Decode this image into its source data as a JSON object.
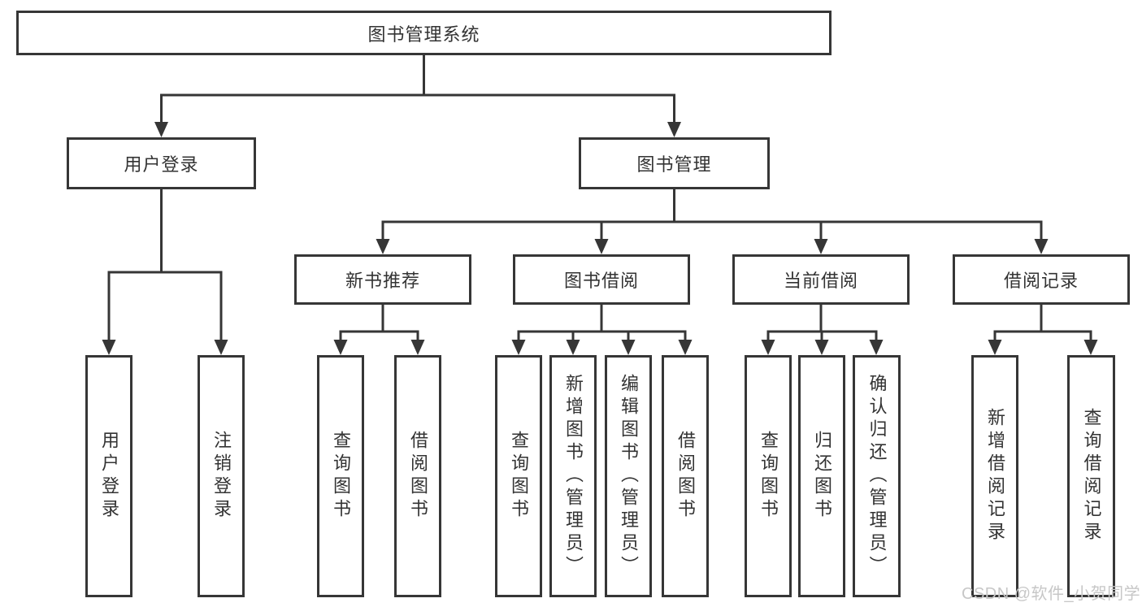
{
  "tree": {
    "label": "图书管理系统",
    "children": [
      {
        "label": "用户登录",
        "children": [
          {
            "label": "用户登录"
          },
          {
            "label": "注销登录"
          }
        ]
      },
      {
        "label": "图书管理",
        "children": [
          {
            "label": "新书推荐",
            "children": [
              {
                "label": "查询图书"
              },
              {
                "label": "借阅图书"
              }
            ]
          },
          {
            "label": "图书借阅",
            "children": [
              {
                "label": "查询图书"
              },
              {
                "label": "新增图书（管理员）"
              },
              {
                "label": "编辑图书（管理员）"
              },
              {
                "label": "借阅图书"
              }
            ]
          },
          {
            "label": "当前借阅",
            "children": [
              {
                "label": "查询图书"
              },
              {
                "label": "归还图书"
              },
              {
                "label": "确认归还（管理员）"
              }
            ]
          },
          {
            "label": "借阅记录",
            "children": [
              {
                "label": "新增借阅记录"
              },
              {
                "label": "查询借阅记录"
              }
            ]
          }
        ]
      }
    ]
  },
  "watermark": {
    "text": "CSDN @软件_小贺同学"
  },
  "colors": {
    "line": "#363636",
    "border": "#363636",
    "text": "#333333",
    "watermark": "#c7c7c7",
    "background": "#ffffff"
  }
}
